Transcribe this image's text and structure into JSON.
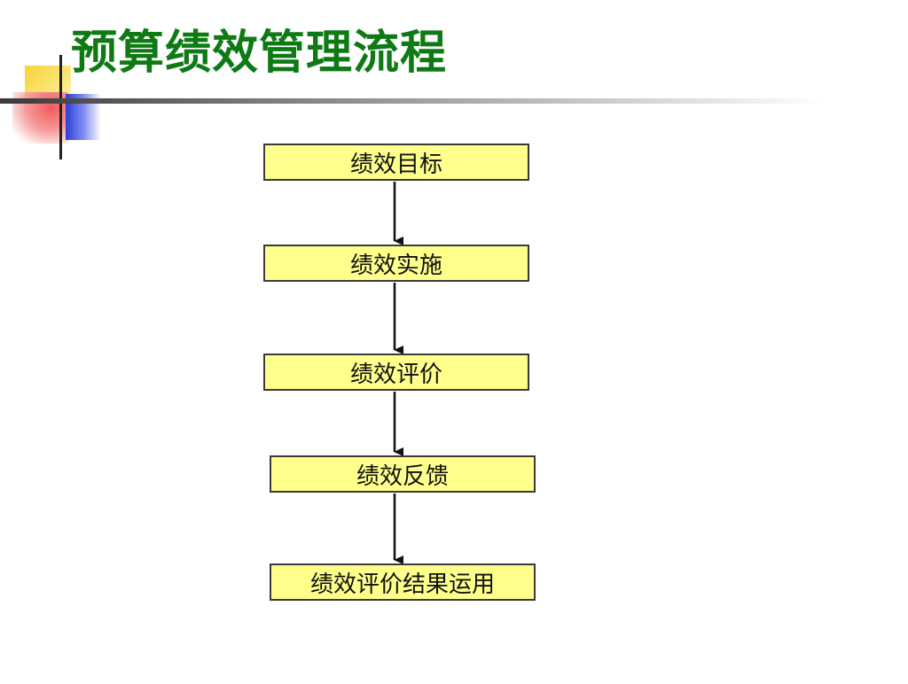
{
  "title": "预算绩效管理流程",
  "flow": {
    "steps": [
      {
        "label": "绩效目标"
      },
      {
        "label": "绩效实施"
      },
      {
        "label": "绩效评价"
      },
      {
        "label": "绩效反馈"
      },
      {
        "label": "绩效评价结果运用"
      }
    ]
  },
  "colors": {
    "title": "#0e7a14",
    "box_fill": "#ffff8c",
    "box_border": "#3a3a3a",
    "arrow": "#111111"
  }
}
